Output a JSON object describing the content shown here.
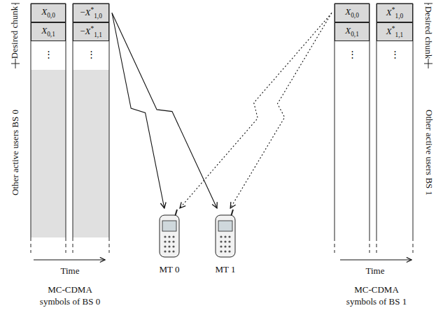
{
  "diagram": {
    "nodes": [
      {
        "text": [
          "X0,0"
        ]
      },
      {
        "text": [
          "−X*1,0"
        ]
      },
      {
        "text": [
          "X0,1"
        ]
      },
      {
        "text": [
          "−X*1,1"
        ]
      },
      {
        "text": [
          "MT 0"
        ]
      },
      {
        "text": [
          "MT 1"
        ]
      },
      {
        "text": [
          "X0,0"
        ]
      },
      {
        "text": [
          "X*1,0"
        ]
      },
      {
        "text": [
          "X0,1"
        ]
      },
      {
        "text": [
          "X*1,1"
        ]
      }
    ],
    "edges": [
      {
        "from": 1,
        "to": 4,
        "arrow": "to"
      },
      {
        "from": 1,
        "to": 5,
        "arrow": "to"
      },
      {
        "from": 6,
        "to": 4,
        "arrow": "to"
      },
      {
        "from": 6,
        "to": 5,
        "arrow": "to"
      }
    ],
    "labels": [
      "⋮",
      "⋮",
      "Other active users BS 0",
      "Desired chunk",
      "Time",
      "MC-CDMA symbols of BS 0",
      "⋮",
      "⋮",
      "Other active users BS 1",
      "Desired chunk",
      "Time",
      "MC-CDMA symbols of BS 1"
    ]
  }
}
